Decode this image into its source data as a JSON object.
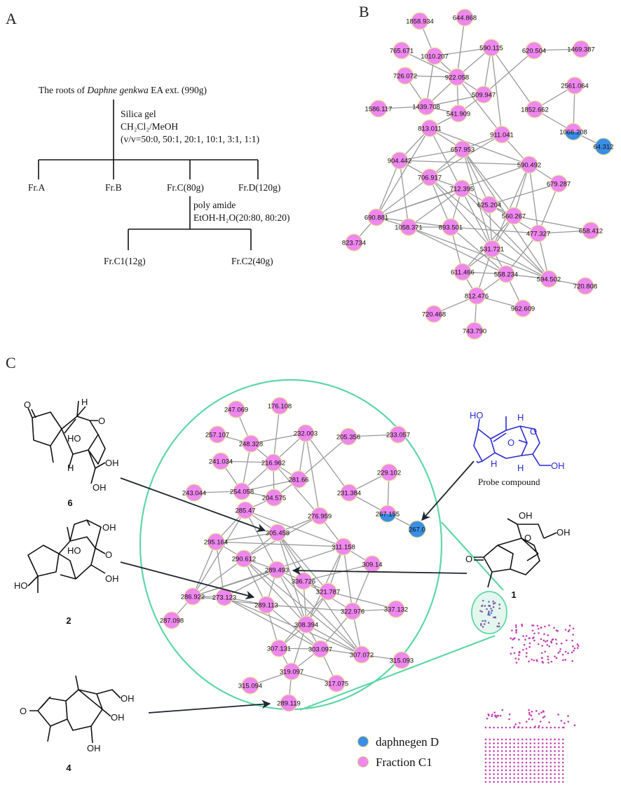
{
  "panels": {
    "a": "A",
    "b": "B",
    "c": "C"
  },
  "flowchart": {
    "title_pre": "The roots of ",
    "title_species": "Daphne genkwa",
    "title_post": " EA ext. (990g)",
    "step1": [
      "Silica gel",
      "CH₂Cl₂/MeOH",
      "(v/v=50:0, 50:1, 20:1, 10:1, 3:1, 1:1)"
    ],
    "fractions": [
      "Fr.A",
      "Fr.B",
      "Fr.C(80g)",
      "Fr.D(120g)"
    ],
    "step2": [
      "poly amide",
      "EtOH-H₂O(20:80, 80:20)"
    ],
    "subfractions": [
      "Fr.C1(12g)",
      "Fr.C2(40g)"
    ]
  },
  "colors": {
    "fraction": "#ee88ee",
    "probe": "#3a8ee6",
    "highlight": "#5fd6a6",
    "probe_structure": "#2a2ad0"
  },
  "network_b": {
    "probe_nodes": [
      "64.312"
    ],
    "mixed_nodes": [
      "1066.208"
    ],
    "nodes": [
      "1858.934",
      "644.868",
      "765.671",
      "1010.207",
      "590.115",
      "620.504",
      "1469.387",
      "726.072",
      "922.058",
      "509.947",
      "2561.064",
      "1586.117",
      "1439.708",
      "541.909",
      "1852.662",
      "813.011",
      "911.041",
      "1066.208",
      "64.312",
      "657.953",
      "904.442",
      "590.492",
      "706.917",
      "712.395",
      "679.287",
      "625.204",
      "690.881",
      "560.267",
      "1058.371",
      "893.501",
      "477.327",
      "658.412",
      "823.734",
      "531.721",
      "611.466",
      "558.234",
      "594.502",
      "720.808",
      "812.476",
      "962.609",
      "720.468",
      "743.790"
    ],
    "edges": [
      [
        "1858.934",
        "1010.207"
      ],
      [
        "644.868",
        "922.058"
      ],
      [
        "765.671",
        "922.058"
      ],
      [
        "1010.207",
        "922.058"
      ],
      [
        "1010.207",
        "590.115"
      ],
      [
        "1010.207",
        "1439.708"
      ],
      [
        "590.115",
        "922.058"
      ],
      [
        "590.115",
        "509.947"
      ],
      [
        "590.115",
        "911.041"
      ],
      [
        "590.115",
        "1852.662"
      ],
      [
        "620.504",
        "1469.387"
      ],
      [
        "620.504",
        "509.947"
      ],
      [
        "726.072",
        "922.058"
      ],
      [
        "726.072",
        "1439.708"
      ],
      [
        "922.058",
        "509.947"
      ],
      [
        "922.058",
        "1439.708"
      ],
      [
        "922.058",
        "541.909"
      ],
      [
        "922.058",
        "911.041"
      ],
      [
        "509.947",
        "1439.708"
      ],
      [
        "509.947",
        "541.909"
      ],
      [
        "1586.117",
        "1439.708"
      ],
      [
        "1439.708",
        "541.909"
      ],
      [
        "541.909",
        "813.011"
      ],
      [
        "2561.064",
        "1852.662"
      ],
      [
        "2561.064",
        "1066.208"
      ],
      [
        "1852.662",
        "1066.208"
      ],
      [
        "1066.208",
        "64.312"
      ],
      [
        "813.011",
        "904.442"
      ],
      [
        "813.011",
        "657.953"
      ],
      [
        "813.011",
        "590.492"
      ],
      [
        "813.011",
        "690.881"
      ],
      [
        "813.011",
        "531.721"
      ],
      [
        "911.041",
        "657.953"
      ],
      [
        "911.041",
        "590.492"
      ],
      [
        "911.041",
        "706.917"
      ],
      [
        "904.442",
        "657.953"
      ],
      [
        "904.442",
        "590.492"
      ],
      [
        "904.442",
        "690.881"
      ],
      [
        "904.442",
        "1058.371"
      ],
      [
        "904.442",
        "706.917"
      ],
      [
        "657.953",
        "706.917"
      ],
      [
        "657.953",
        "625.204"
      ],
      [
        "657.953",
        "560.267"
      ],
      [
        "657.953",
        "531.721"
      ],
      [
        "657.953",
        "594.502"
      ],
      [
        "590.492",
        "679.287"
      ],
      [
        "590.492",
        "560.267"
      ],
      [
        "590.492",
        "477.327"
      ],
      [
        "590.492",
        "690.881"
      ],
      [
        "590.492",
        "531.721"
      ],
      [
        "706.917",
        "690.881"
      ],
      [
        "706.917",
        "712.395"
      ],
      [
        "706.917",
        "893.501"
      ],
      [
        "706.917",
        "531.721"
      ],
      [
        "706.917",
        "594.502"
      ],
      [
        "712.395",
        "690.881"
      ],
      [
        "712.395",
        "625.204"
      ],
      [
        "712.395",
        "1058.371"
      ],
      [
        "712.395",
        "893.501"
      ],
      [
        "712.395",
        "594.502"
      ],
      [
        "679.287",
        "625.204"
      ],
      [
        "679.287",
        "477.327"
      ],
      [
        "625.204",
        "560.267"
      ],
      [
        "625.204",
        "531.721"
      ],
      [
        "625.204",
        "477.327"
      ],
      [
        "690.881",
        "1058.371"
      ],
      [
        "690.881",
        "823.734"
      ],
      [
        "690.881",
        "893.501"
      ],
      [
        "1058.371",
        "893.501"
      ],
      [
        "1058.371",
        "558.234"
      ],
      [
        "1058.371",
        "594.502"
      ],
      [
        "893.501",
        "477.327"
      ],
      [
        "893.501",
        "611.466"
      ],
      [
        "893.501",
        "558.234"
      ],
      [
        "560.267",
        "658.412"
      ],
      [
        "560.267",
        "531.721"
      ],
      [
        "560.267",
        "611.466"
      ],
      [
        "477.327",
        "658.412"
      ],
      [
        "477.327",
        "594.502"
      ],
      [
        "477.327",
        "558.234"
      ],
      [
        "531.721",
        "611.466"
      ],
      [
        "531.721",
        "558.234"
      ],
      [
        "531.721",
        "812.476"
      ],
      [
        "531.721",
        "594.502"
      ],
      [
        "611.466",
        "558.234"
      ],
      [
        "611.466",
        "812.476"
      ],
      [
        "558.234",
        "594.502"
      ],
      [
        "558.234",
        "812.476"
      ],
      [
        "558.234",
        "962.609"
      ],
      [
        "594.502",
        "720.808"
      ],
      [
        "812.476",
        "720.468"
      ],
      [
        "812.476",
        "743.790"
      ],
      [
        "812.476",
        "962.609"
      ]
    ]
  },
  "network_c": {
    "probe_nodes": [
      "267.0"
    ],
    "mixed_nodes": [
      "267.155"
    ],
    "nodes": [
      "247.069",
      "176.108",
      "257.107",
      "248.328",
      "232.003",
      "205.356",
      "233.057",
      "241.034",
      "216.962",
      "229.102",
      "281.66",
      "243.044",
      "254.058",
      "204.575",
      "231.384",
      "267.155",
      "267.0",
      "285.47",
      "276.959",
      "305.458",
      "295.164",
      "311.158",
      "290.612",
      "309.14",
      "289.493",
      "336.726",
      "321.787",
      "286.922",
      "273.123",
      "289.113",
      "322.976",
      "337.132",
      "287.098",
      "308.394",
      "307.131",
      "303.097",
      "307.072",
      "315.093",
      "319.097",
      "317.075",
      "315.094",
      "289.119"
    ],
    "edges": [
      [
        "247.069",
        "248.328"
      ],
      [
        "176.108",
        "216.962"
      ],
      [
        "257.107",
        "248.328"
      ],
      [
        "248.328",
        "216.962"
      ],
      [
        "248.328",
        "232.003"
      ],
      [
        "248.328",
        "254.058"
      ],
      [
        "232.003",
        "216.962"
      ],
      [
        "232.003",
        "281.66"
      ],
      [
        "232.003",
        "276.959"
      ],
      [
        "232.003",
        "231.384"
      ],
      [
        "205.356",
        "233.057"
      ],
      [
        "205.356",
        "281.66"
      ],
      [
        "241.034",
        "216.962"
      ],
      [
        "241.034",
        "254.058"
      ],
      [
        "216.962",
        "281.66"
      ],
      [
        "216.962",
        "254.058"
      ],
      [
        "216.962",
        "204.575"
      ],
      [
        "216.962",
        "276.959"
      ],
      [
        "281.66",
        "254.058"
      ],
      [
        "281.66",
        "204.575"
      ],
      [
        "243.044",
        "254.058"
      ],
      [
        "254.058",
        "204.575"
      ],
      [
        "204.575",
        "285.47"
      ],
      [
        "229.102",
        "231.384"
      ],
      [
        "229.102",
        "267.155"
      ],
      [
        "231.384",
        "267.155"
      ],
      [
        "267.155",
        "267.0"
      ],
      [
        "285.47",
        "295.164"
      ],
      [
        "285.47",
        "305.458"
      ],
      [
        "285.47",
        "311.158"
      ],
      [
        "285.47",
        "286.922"
      ],
      [
        "285.47",
        "308.394"
      ],
      [
        "276.959",
        "305.458"
      ],
      [
        "276.959",
        "311.158"
      ],
      [
        "276.959",
        "290.612"
      ],
      [
        "295.164",
        "305.458"
      ],
      [
        "295.164",
        "311.158"
      ],
      [
        "295.164",
        "286.922"
      ],
      [
        "295.164",
        "273.123"
      ],
      [
        "295.164",
        "290.612"
      ],
      [
        "305.458",
        "290.612"
      ],
      [
        "305.458",
        "336.726"
      ],
      [
        "305.458",
        "321.787"
      ],
      [
        "305.458",
        "308.394"
      ],
      [
        "305.458",
        "307.072"
      ],
      [
        "311.158",
        "309.14"
      ],
      [
        "311.158",
        "321.787"
      ],
      [
        "311.158",
        "322.976"
      ],
      [
        "311.158",
        "286.922"
      ],
      [
        "311.158",
        "308.394"
      ],
      [
        "290.612",
        "286.922"
      ],
      [
        "290.612",
        "289.493"
      ],
      [
        "290.612",
        "289.113"
      ],
      [
        "290.612",
        "308.394"
      ],
      [
        "290.612",
        "307.072"
      ],
      [
        "289.493",
        "286.922"
      ],
      [
        "289.493",
        "336.726"
      ],
      [
        "289.493",
        "273.123"
      ],
      [
        "289.493",
        "289.113"
      ],
      [
        "289.493",
        "307.072"
      ],
      [
        "309.14",
        "336.726"
      ],
      [
        "309.14",
        "322.976"
      ],
      [
        "336.726",
        "321.787"
      ],
      [
        "336.726",
        "308.394"
      ],
      [
        "336.726",
        "322.976"
      ],
      [
        "286.922",
        "273.123"
      ],
      [
        "286.922",
        "287.098"
      ],
      [
        "286.922",
        "289.113"
      ],
      [
        "273.123",
        "289.113"
      ],
      [
        "273.123",
        "303.097"
      ],
      [
        "273.123",
        "307.072"
      ],
      [
        "289.113",
        "322.976"
      ],
      [
        "289.113",
        "307.131"
      ],
      [
        "289.113",
        "303.097"
      ],
      [
        "321.787",
        "337.132"
      ],
      [
        "321.787",
        "308.394"
      ],
      [
        "321.787",
        "307.131"
      ],
      [
        "322.976",
        "337.132"
      ],
      [
        "322.976",
        "307.072"
      ],
      [
        "322.976",
        "303.097"
      ],
      [
        "308.394",
        "307.131"
      ],
      [
        "308.394",
        "303.097"
      ],
      [
        "308.394",
        "319.097"
      ],
      [
        "308.394",
        "307.072"
      ],
      [
        "307.131",
        "303.097"
      ],
      [
        "307.131",
        "319.097"
      ],
      [
        "303.097",
        "307.072"
      ],
      [
        "303.097",
        "319.097"
      ],
      [
        "303.097",
        "317.075"
      ],
      [
        "307.072",
        "315.093"
      ],
      [
        "319.097",
        "315.094"
      ],
      [
        "319.097",
        "289.119"
      ],
      [
        "319.097",
        "317.075"
      ]
    ]
  },
  "compounds": {
    "c6": {
      "number": "6",
      "atoms": [
        "O",
        "H",
        "O",
        "HO",
        "OH",
        "OH",
        "H"
      ]
    },
    "c2": {
      "number": "2",
      "atoms": [
        "OH",
        "HO",
        "O",
        "HO",
        "OH"
      ]
    },
    "c4": {
      "number": "4",
      "atoms": [
        "O",
        "OH",
        "OH",
        "OH"
      ]
    },
    "c1": {
      "number": "1",
      "atoms": [
        "OH",
        "OH",
        "O",
        "O"
      ]
    },
    "probe": {
      "label": "Probe compound",
      "atoms": [
        "HO",
        "H",
        "O",
        "O",
        "H",
        "H",
        "OH"
      ]
    }
  },
  "legend": [
    {
      "label": "daphnegen D",
      "color": "#3a8ee6"
    },
    {
      "label": "Fraction C1",
      "color": "#ee88ee"
    }
  ]
}
